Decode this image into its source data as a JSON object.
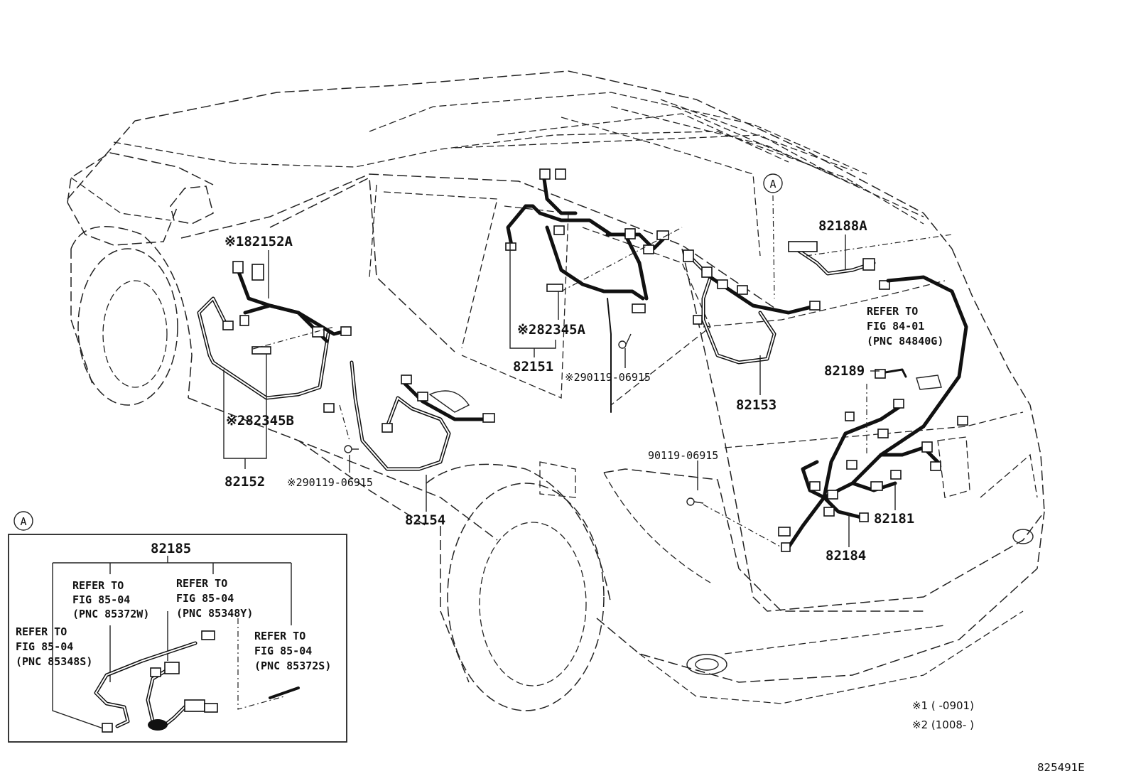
{
  "labels": {
    "p82152A": "※182152A",
    "p82345B": "※282345B",
    "p82152": "82152",
    "bolt_left": "※290119-06915",
    "p82154": "82154",
    "p82345A": "※282345A",
    "p82151": "82151",
    "bolt_mid": "※290119-06915",
    "circle_a_main": "A",
    "p82188A": "82188A",
    "p82153": "82153",
    "ref_8401_l1": "REFER TO",
    "ref_8401_l2": "FIG 84-01",
    "ref_8401_l3": "(PNC 84840G)",
    "p82189": "82189",
    "bolt_right": "90119-06915",
    "p82181": "82181",
    "p82184": "82184"
  },
  "detail": {
    "circle_label": "A",
    "title": "82185",
    "ref_w_l1": "REFER TO",
    "ref_w_l2": "FIG 85-04",
    "ref_w_l3": "(PNC 85372W)",
    "ref_y_l1": "REFER TO",
    "ref_y_l2": "FIG 85-04",
    "ref_y_l3": "(PNC 85348Y)",
    "ref_s8_l1": "REFER TO",
    "ref_s8_l2": "FIG 85-04",
    "ref_s8_l3": "(PNC 85348S)",
    "ref_s7_l1": "REFER TO",
    "ref_s7_l2": "FIG 85-04",
    "ref_s7_l3": "(PNC 85372S)"
  },
  "notes": {
    "note1": "※1 (      -0901)",
    "note2": "※2 (1008-      )",
    "figure_id": "825491E"
  }
}
